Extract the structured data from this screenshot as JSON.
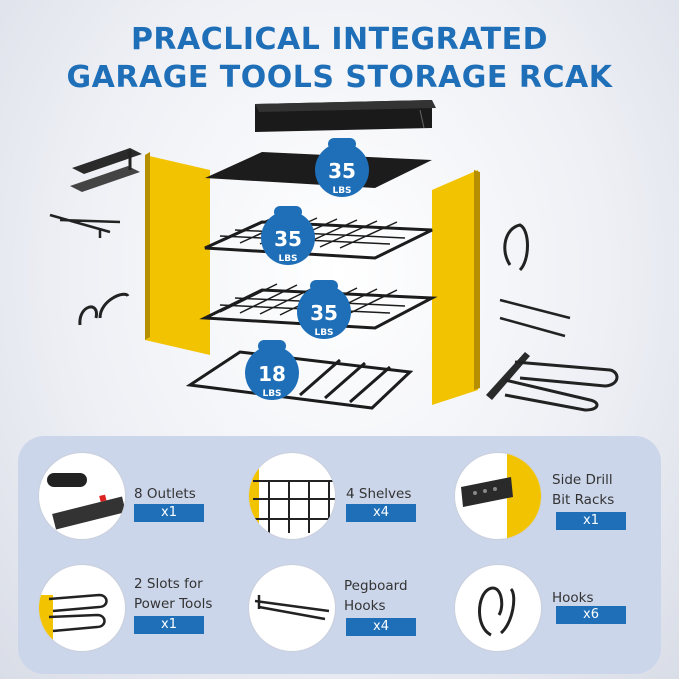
{
  "title": {
    "line1": "PRACLICAL INTEGRATED",
    "line2": "GARAGE TOOLS STORAGE RCAK"
  },
  "weights": [
    {
      "value": "35",
      "unit": "LBS"
    },
    {
      "value": "35",
      "unit": "LBS"
    },
    {
      "value": "35",
      "unit": "LBS"
    },
    {
      "value": "18",
      "unit": "LBS"
    }
  ],
  "components": [
    {
      "label_lines": [
        "8 Outlets"
      ],
      "qty": "x1",
      "icon": "power-strip-icon"
    },
    {
      "label_lines": [
        "4 Shelves"
      ],
      "qty": "x4",
      "icon": "wire-shelf-icon"
    },
    {
      "label_lines": [
        "Side Drill",
        "Bit Racks"
      ],
      "qty": "x1",
      "icon": "drill-bit-rack-icon"
    },
    {
      "label_lines": [
        "2 Slots for",
        "Power Tools"
      ],
      "qty": "x1",
      "icon": "power-tool-slot-icon"
    },
    {
      "label_lines": [
        "Pegboard",
        "Hooks"
      ],
      "qty": "x4",
      "icon": "pegboard-hook-icon"
    },
    {
      "label_lines": [
        "Hooks"
      ],
      "qty": "x6",
      "icon": "double-hook-icon"
    }
  ],
  "colors": {
    "title_blue": "#1f6fb8",
    "badge_blue": "#1f6fb8",
    "pegboard_yellow": "#f2c300",
    "shelf_black": "#1c1c1c",
    "panel_bg": "#ccd6ea"
  }
}
